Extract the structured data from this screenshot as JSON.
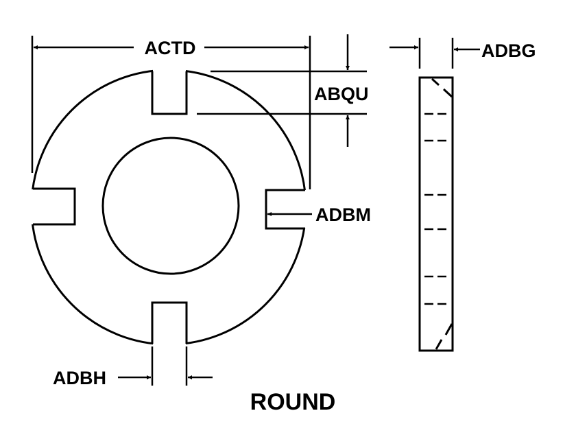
{
  "labels": {
    "actd": "ACTD",
    "abqu": "ABQU",
    "adbg": "ADBG",
    "adbm": "ADBM",
    "adbh": "ADBH",
    "title": "ROUND"
  },
  "colors": {
    "line": "#000000",
    "background": "#ffffff"
  }
}
